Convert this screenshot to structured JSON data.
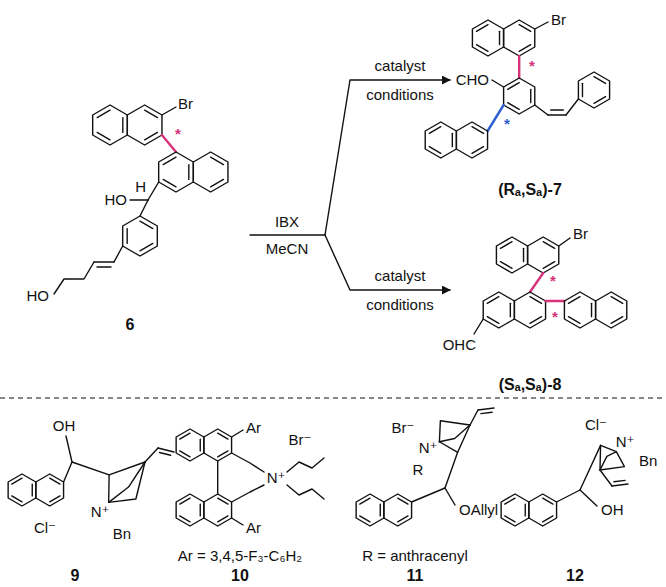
{
  "diagram": {
    "labels": [
      "Br",
      "*",
      "H",
      "HO",
      "HO",
      "6",
      "IBX",
      "MeCN",
      "catalyst",
      "conditions",
      "catalyst",
      "conditions",
      "Br",
      "*",
      "CHO",
      "*",
      "(Rₐ,Sₐ)-7",
      "Br",
      "*",
      "*",
      "OHC",
      "(Sₐ,Sₐ)-8",
      "OH",
      "Cl⁻",
      "N⁺",
      "Bn",
      "9",
      "Ar",
      "Br⁻",
      "N⁺",
      "Ar",
      "Ar = 3,4,5-F₃-C₆H₂",
      "10",
      "Br⁻",
      "N⁺",
      "R",
      "OAllyl",
      "R = anthracenyl",
      "11",
      "Cl⁻",
      "N⁺",
      "Bn",
      "OH",
      "12"
    ]
  }
}
